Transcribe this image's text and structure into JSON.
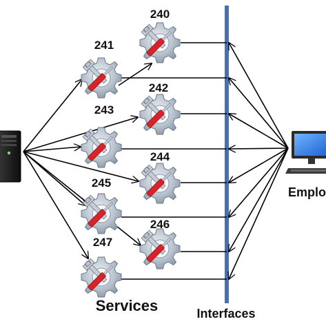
{
  "diagram": {
    "services_caption": "Services",
    "interfaces_caption": "Interfaces",
    "employee_caption": "Emplo",
    "services": [
      {
        "id": "240",
        "label": "240"
      },
      {
        "id": "241",
        "label": "241"
      },
      {
        "id": "242",
        "label": "242"
      },
      {
        "id": "243",
        "label": "243"
      },
      {
        "id": "244",
        "label": "244"
      },
      {
        "id": "245",
        "label": "245"
      },
      {
        "id": "246",
        "label": "246"
      },
      {
        "id": "247",
        "label": "247"
      }
    ],
    "server_icon": "server-tower-icon",
    "service_icon": "gear-wrench-icon",
    "employee_icon": "desktop-computer-icon",
    "colors": {
      "interface_bar": "#4a6fae",
      "gear": "#aeb9c6",
      "wrench_handle": "#d8232a",
      "arrow": "#000000"
    }
  }
}
